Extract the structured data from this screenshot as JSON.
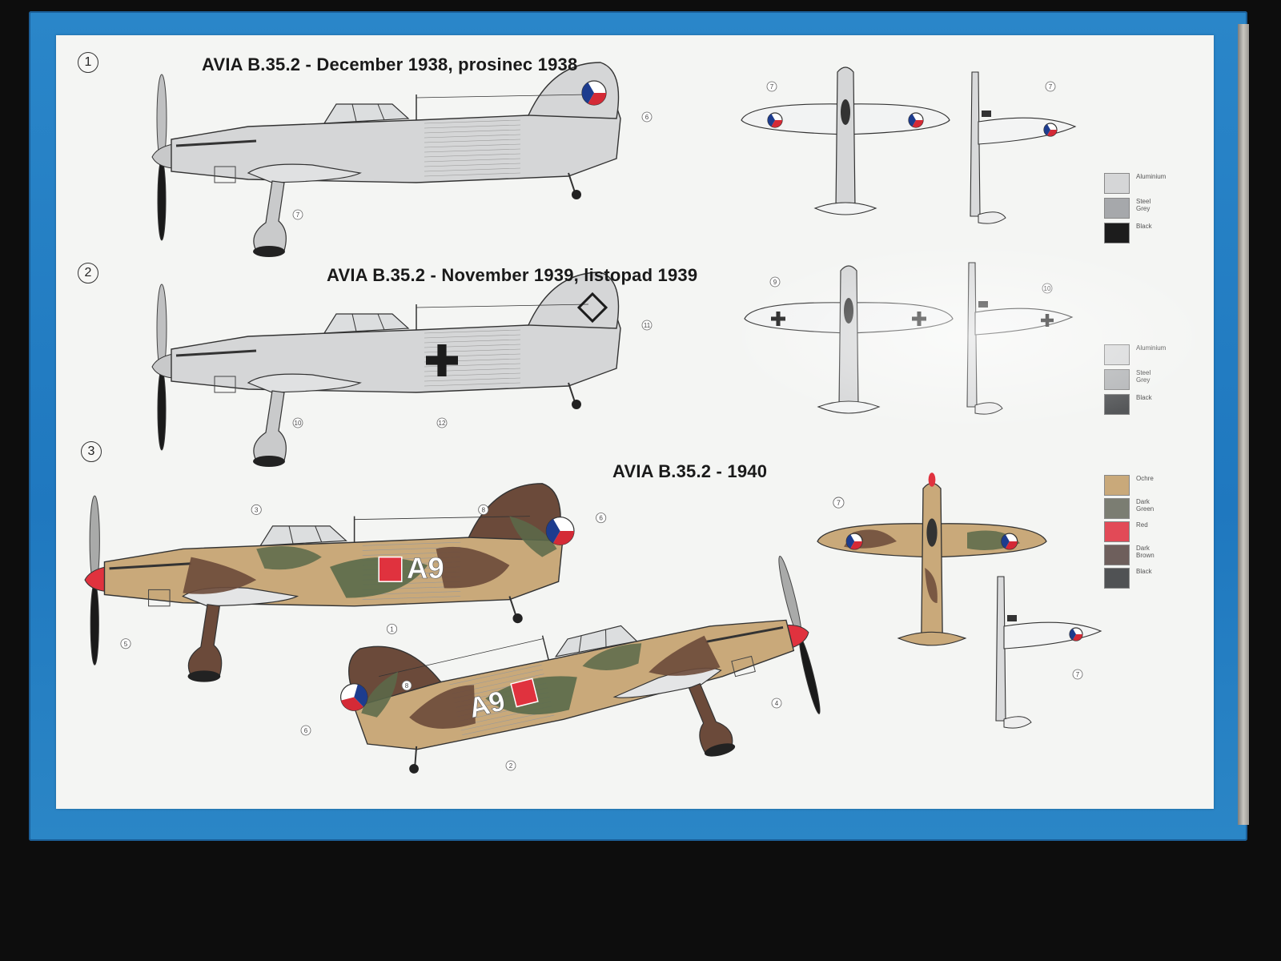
{
  "schemes": [
    {
      "number": "1",
      "title": "AVIA B.35.2 - December 1938, prosinec 1938"
    },
    {
      "number": "2",
      "title": "AVIA B.35.2 - November 1939, listopad 1939"
    },
    {
      "number": "3",
      "title": "AVIA B.35.2 - 1940"
    }
  ],
  "legends": [
    {
      "id": "legend-1",
      "items": [
        {
          "label": "Aluminium",
          "color": "#d5d6d7"
        },
        {
          "label": "Steel\nGrey",
          "color": "#a6a8ab"
        },
        {
          "label": "Black",
          "color": "#1c1c1c"
        }
      ]
    },
    {
      "id": "legend-2",
      "items": [
        {
          "label": "Aluminium",
          "color": "#d9dadb"
        },
        {
          "label": "Steel\nGrey",
          "color": "#b4b6b8"
        },
        {
          "label": "Black",
          "color": "#555759"
        }
      ]
    },
    {
      "id": "legend-3",
      "items": [
        {
          "label": "Ochre",
          "color": "#c9a97a"
        },
        {
          "label": "Dark\nGreen",
          "color": "#7b7d72"
        },
        {
          "label": "Red",
          "color": "#e24a57"
        },
        {
          "label": "Dark\nBrown",
          "color": "#6e5f5c"
        },
        {
          "label": "Black",
          "color": "#505254"
        }
      ]
    }
  ],
  "callouts": {
    "s1_side": [
      "6",
      "7"
    ],
    "s1_top": [
      "7"
    ],
    "s1_bottom": [
      "7"
    ],
    "s2_side": [
      "11",
      "10",
      "12"
    ],
    "s2_top": [
      "9"
    ],
    "s2_bottom": [
      "10"
    ],
    "s3_left": [
      "3",
      "8",
      "6",
      "5",
      "1"
    ],
    "s3_right": [
      "8",
      "6",
      "4",
      "2"
    ],
    "s3_top": [
      "7"
    ],
    "s3_bottom": [
      "7"
    ]
  },
  "aircraft_code": "A9",
  "colors": {
    "box_blue": "#2480c4",
    "sheet": "#f4f5f3",
    "aluminium": "#d5d6d7",
    "ochre": "#c9a97a",
    "brown": "#6b4a3a",
    "green": "#5a6a4a",
    "spinner_red": "#e0323e",
    "roundel_blue": "#1d3c8e",
    "roundel_red": "#d42a36"
  }
}
